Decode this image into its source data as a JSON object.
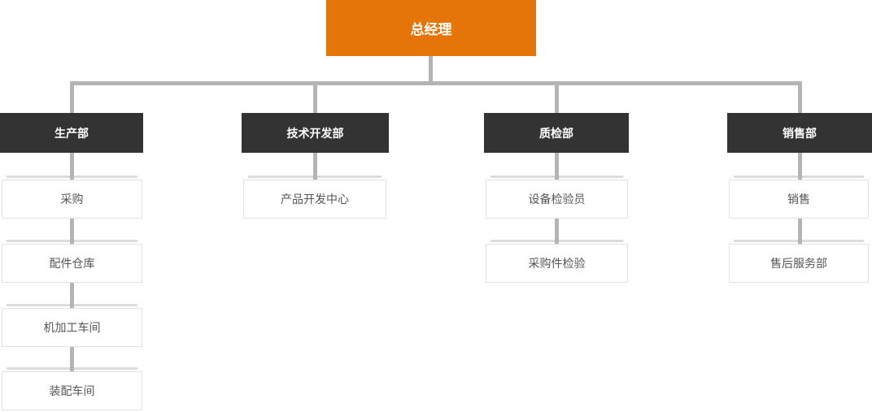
{
  "colors": {
    "root_bg": "#E57409",
    "root_text": "#FFFFFF",
    "dept_bg": "#333333",
    "dept_text": "#FFFFFF",
    "node_bg": "#FFFFFF",
    "node_border": "#E2E2E2",
    "node_strip": "#DCDCDC",
    "node_text": "#555555",
    "connector": "#B4B4B4"
  },
  "org_chart": {
    "type": "org-chart",
    "root": {
      "label": "总经理"
    },
    "columns": [
      {
        "label": "生产部",
        "children": [
          "采购",
          "配件仓库",
          "机加工车间",
          "装配车间"
        ]
      },
      {
        "label": "技术开发部",
        "children": [
          "产品开发中心"
        ]
      },
      {
        "label": "质检部",
        "children": [
          "设备检验员",
          "采购件检验"
        ]
      },
      {
        "label": "销售部",
        "children": [
          "销售",
          "售后服务部"
        ]
      }
    ]
  }
}
